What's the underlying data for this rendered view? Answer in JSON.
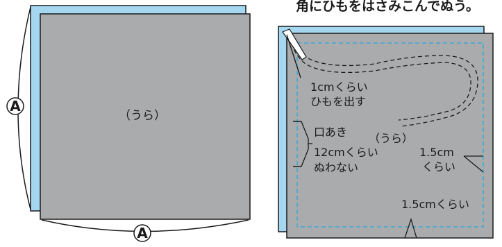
{
  "caption": "角にひもをはさみこんでぬう。",
  "left_panel": {
    "inside_label": "（うら）",
    "dimension_marker": "A",
    "colors": {
      "fabric_back": "#a9abad",
      "fabric_front": "#a5d8f0",
      "outline": "#1a1a1a"
    }
  },
  "right_panel": {
    "inside_label": "（うら）",
    "string_note": [
      "1cmくらい",
      "ひもを出す"
    ],
    "opening_note": [
      "口あき",
      "12cmくらい",
      "ぬわない"
    ],
    "right_margin_note": [
      "1.5cm",
      "くらい"
    ],
    "bottom_margin_note": "1.5cmくらい",
    "colors": {
      "stitch_line": "#29a8df",
      "string": "#1a1a1a"
    }
  }
}
